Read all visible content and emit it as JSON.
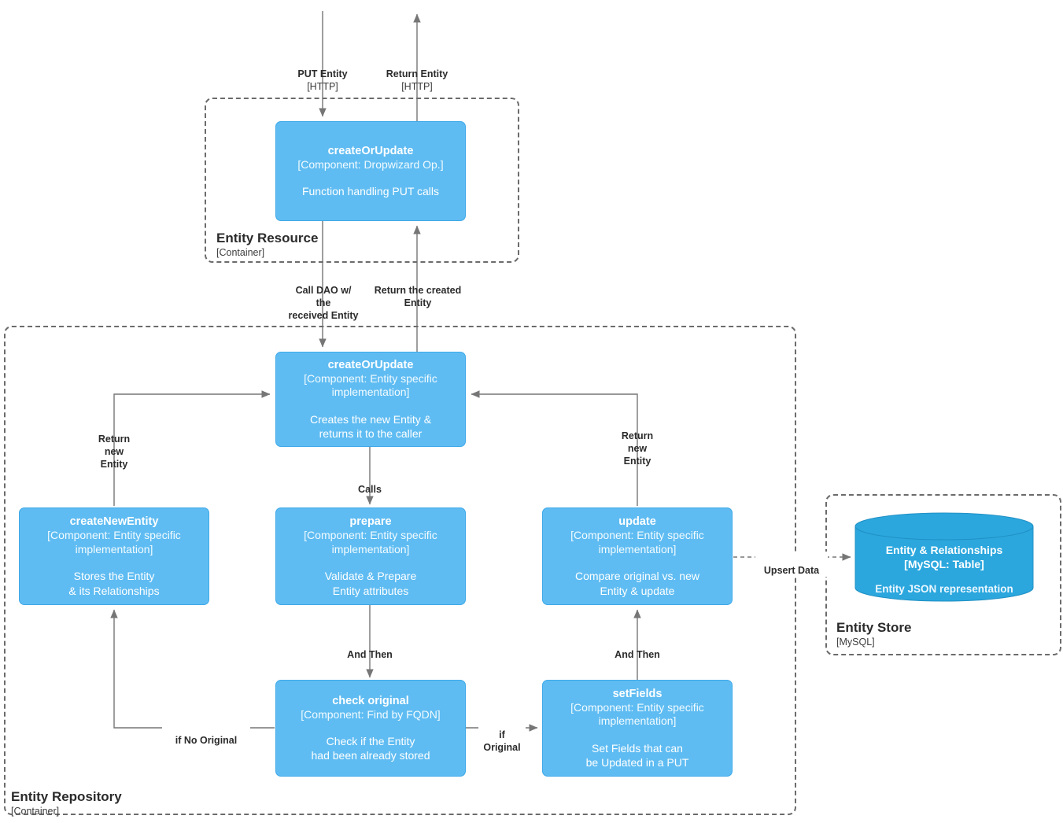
{
  "diagram": {
    "title": "Entity createOrUpdate component flow",
    "accent_component": "#5FBCF2",
    "accent_database": "#2BA7DE",
    "line_color": "#707070",
    "boundary_color": "#6b6b6b"
  },
  "boundaries": [
    {
      "id": "entity-resource",
      "name": "Entity Resource",
      "type": "[Container]"
    },
    {
      "id": "entity-repository",
      "name": "Entity Repository",
      "type": "[Container]"
    },
    {
      "id": "entity-store",
      "name": "Entity Store",
      "type": "[MySQL]"
    }
  ],
  "components": [
    {
      "id": "resource-create-or-update",
      "name": "createOrUpdate",
      "tech": "[Component: Dropwizard Op.]",
      "desc": "Function handling PUT calls"
    },
    {
      "id": "repo-create-or-update",
      "name": "createOrUpdate",
      "tech": "[Component: Entity specific\nimplementation]",
      "desc": "Creates the new Entity &\nreturns it to the caller"
    },
    {
      "id": "create-new-entity",
      "name": "createNewEntity",
      "tech": "[Component: Entity specific\nimplementation]",
      "desc": "Stores the Entity\n& its Relationships"
    },
    {
      "id": "prepare",
      "name": "prepare",
      "tech": "[Component: Entity specific\nimplementation]",
      "desc": "Validate & Prepare\nEntity attributes"
    },
    {
      "id": "update",
      "name": "update",
      "tech": "[Component: Entity specific\nimplementation]",
      "desc": "Compare original vs. new\nEntity & update"
    },
    {
      "id": "check-original",
      "name": "check original",
      "tech": "[Component: Find by FQDN]",
      "desc": "Check if the Entity\nhad been already stored"
    },
    {
      "id": "set-fields",
      "name": "setFields",
      "tech": "[Component: Entity specific\nimplementation]",
      "desc": "Set Fields that can\nbe Updated in a PUT"
    }
  ],
  "database": {
    "id": "entity-relationships-table",
    "name": "Entity & Relationships",
    "tech": "[MySQL: Table]",
    "desc": "Entity JSON representation"
  },
  "edges": [
    {
      "id": "put-entity",
      "label": "PUT Entity",
      "tech": "[HTTP]"
    },
    {
      "id": "return-entity",
      "label": "Return Entity",
      "tech": "[HTTP]"
    },
    {
      "id": "call-dao",
      "label": "Call DAO w/\nthe\nreceived Entity",
      "tech": ""
    },
    {
      "id": "return-created-entity",
      "label": "Return the created\nEntity",
      "tech": ""
    },
    {
      "id": "return-new-entity-left",
      "label": "Return\nnew\nEntity",
      "tech": ""
    },
    {
      "id": "return-new-entity-right",
      "label": "Return\nnew\nEntity",
      "tech": ""
    },
    {
      "id": "calls",
      "label": "Calls",
      "tech": ""
    },
    {
      "id": "and-then-left",
      "label": "And Then",
      "tech": ""
    },
    {
      "id": "and-then-right",
      "label": "And Then",
      "tech": ""
    },
    {
      "id": "if-no-original",
      "label": "if No Original",
      "tech": ""
    },
    {
      "id": "if-original",
      "label": "if\nOriginal",
      "tech": ""
    },
    {
      "id": "upsert-data",
      "label": "Upsert Data",
      "tech": ""
    }
  ]
}
